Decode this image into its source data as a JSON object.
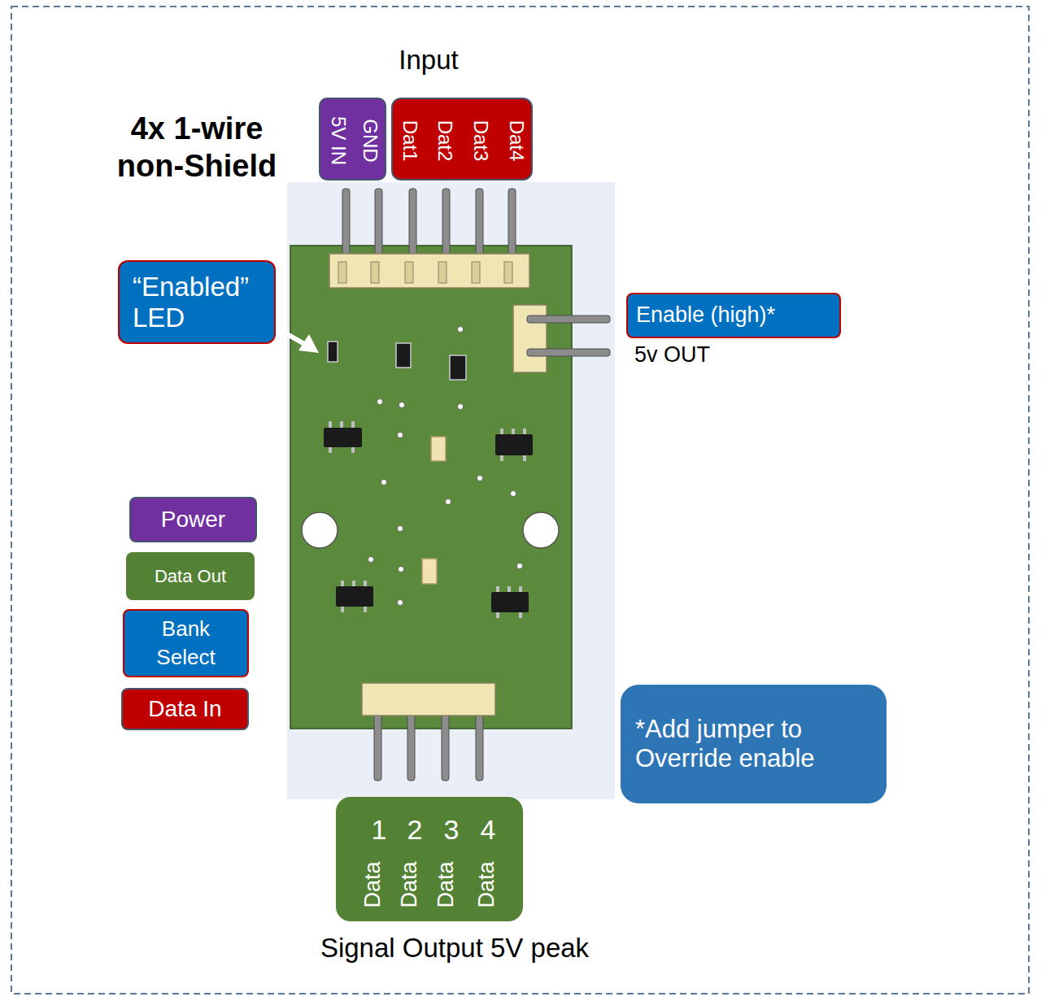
{
  "diagram": {
    "nodes": [
      {
        "text": [
          "5V IN",
          "GND"
        ]
      },
      {
        "text": [
          "Dat1",
          "Dat2",
          "Dat3",
          "Dat4"
        ]
      },
      {
        "text": [
          "“Enabled” LED"
        ]
      },
      {
        "text": [
          "Enable (high)*"
        ]
      },
      {
        "text": [
          "*Add jumper to Override enable"
        ]
      },
      {
        "text": [
          "1",
          "2",
          "3",
          "4",
          "Data",
          "Data",
          "Data",
          "Data"
        ]
      }
    ],
    "labels": [
      "Input",
      "4x 1-wire non-Shield",
      "5v OUT",
      "Signal Output 5V peak"
    ],
    "legend": [
      {
        "text": "Power",
        "color": "#7030a0"
      },
      {
        "text": "Data Out",
        "color": "#548235"
      },
      {
        "text": "Bank Select",
        "color": "#0070c0"
      },
      {
        "text": "Data In",
        "color": "#c00000"
      }
    ]
  }
}
